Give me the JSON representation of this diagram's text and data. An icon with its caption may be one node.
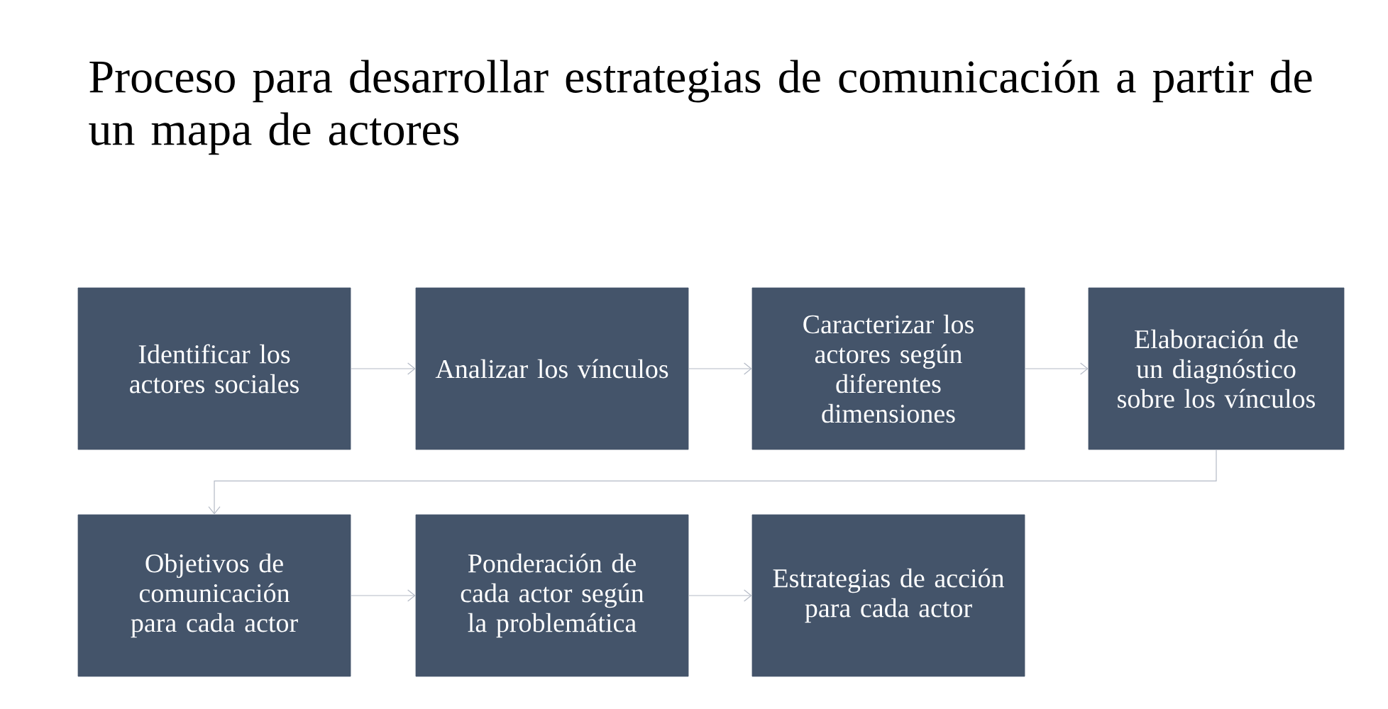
{
  "diagram": {
    "title": "Proceso para desarrollar estrategias de comunicación a partir de un mapa de actores",
    "nodes": [
      {
        "text": [
          "Identificar los actores sociales"
        ]
      },
      {
        "text": [
          "Analizar los vínculos"
        ]
      },
      {
        "text": [
          "Caracterizar los actores  según diferentes dimensiones"
        ]
      },
      {
        "text": [
          "Elaboración de un diagnóstico sobre  los vínculos"
        ]
      },
      {
        "text": [
          "Objetivos de comunicación para cada actor"
        ]
      },
      {
        "text": [
          "Ponderación de cada  actor según la problemática"
        ]
      },
      {
        "text": [
          "Estrategias de acción para cada actor"
        ]
      }
    ],
    "edges": [
      {
        "from": 0,
        "to": 1,
        "arrow": "to"
      },
      {
        "from": 1,
        "to": 2,
        "arrow": "to"
      },
      {
        "from": 2,
        "to": 3,
        "arrow": "to"
      },
      {
        "from": 3,
        "to": 4,
        "arrow": "to"
      },
      {
        "from": 4,
        "to": 5,
        "arrow": "to"
      },
      {
        "from": 5,
        "to": 6,
        "arrow": "to"
      }
    ]
  }
}
